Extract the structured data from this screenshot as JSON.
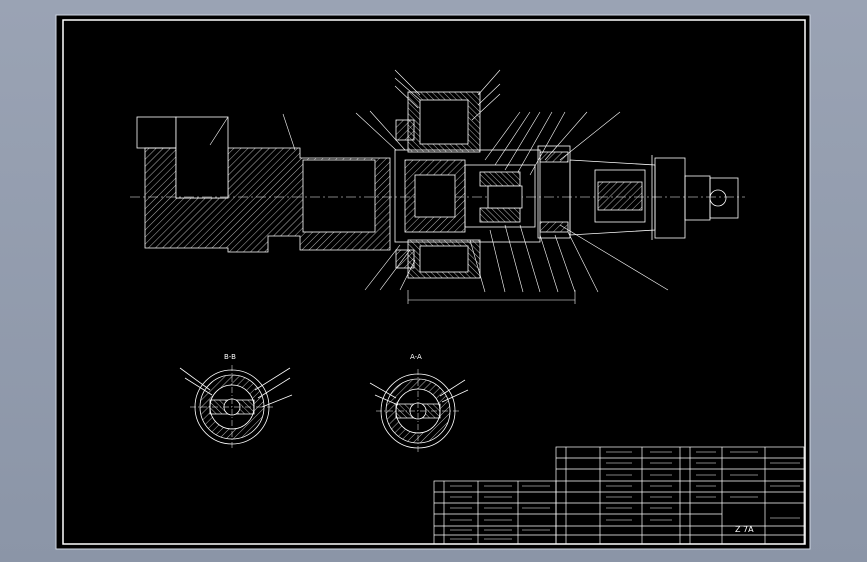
{
  "drawing": {
    "section_labels": [
      "B-B",
      "A-A"
    ],
    "title_block_text": "Z 7A",
    "background": "#000000",
    "line_color": "#ffffff",
    "viewport_color": "#8e98aa"
  }
}
